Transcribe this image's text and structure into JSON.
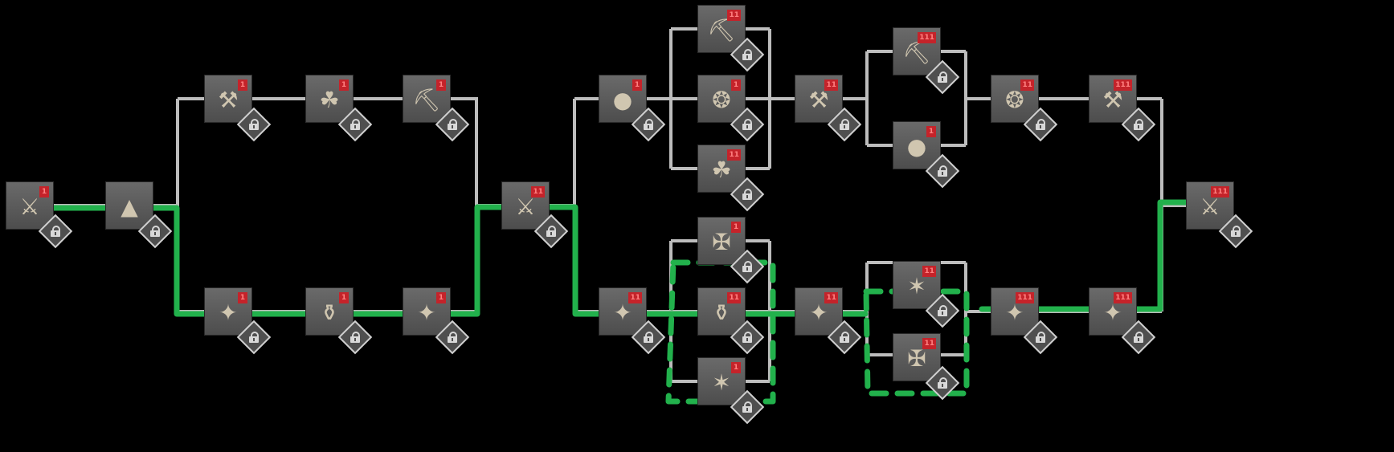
{
  "screen": {
    "title": "Skill / unlock tree",
    "background_color": "#000000",
    "connector_color": "#bdbdbd",
    "highlight_color": "#22b14c",
    "badge_color": "#c4232a",
    "tile_color": "#5c5c5c"
  },
  "nodes": [
    {
      "id": "n0",
      "item": "shotgun",
      "glyph": "⚔",
      "badge": "1",
      "locked": true
    },
    {
      "id": "n1",
      "item": "hat",
      "glyph": "▲",
      "badge": "",
      "locked": true
    },
    {
      "id": "n2",
      "item": "wheelbarrow",
      "glyph": "⚒",
      "badge": "1",
      "locked": true
    },
    {
      "id": "n3",
      "item": "backpack",
      "glyph": "☘",
      "badge": "1",
      "locked": true
    },
    {
      "id": "n4",
      "item": "ore-pickaxe",
      "glyph": "⛏",
      "badge": "1",
      "locked": true
    },
    {
      "id": "n5",
      "item": "ammo-pouch",
      "glyph": "✦",
      "badge": "1",
      "locked": true
    },
    {
      "id": "n6",
      "item": "jar",
      "glyph": "⚱",
      "badge": "1",
      "locked": true
    },
    {
      "id": "n7",
      "item": "ammo-pouch",
      "glyph": "✦",
      "badge": "1",
      "locked": true
    },
    {
      "id": "n8",
      "item": "shotgun",
      "glyph": "⚔",
      "badge": "11",
      "locked": true
    },
    {
      "id": "n9",
      "item": "bomb-pouch",
      "glyph": "●",
      "badge": "1",
      "locked": true
    },
    {
      "id": "n10",
      "item": "ore-pickaxe",
      "glyph": "⛏",
      "badge": "11",
      "locked": true
    },
    {
      "id": "n11",
      "item": "boots",
      "glyph": "❂",
      "badge": "1",
      "locked": true
    },
    {
      "id": "n12",
      "item": "backpack",
      "glyph": "☘",
      "badge": "11",
      "locked": true
    },
    {
      "id": "n13",
      "item": "wheelbarrow",
      "glyph": "⚒",
      "badge": "11",
      "locked": true
    },
    {
      "id": "n14",
      "item": "ore-pickaxe",
      "glyph": "⛏",
      "badge": "111",
      "locked": true
    },
    {
      "id": "n15",
      "item": "bomb-pouch",
      "glyph": "●",
      "badge": "1",
      "locked": true
    },
    {
      "id": "n16",
      "item": "boots",
      "glyph": "❂",
      "badge": "11",
      "locked": true
    },
    {
      "id": "n17",
      "item": "wheelbarrow",
      "glyph": "⚒",
      "badge": "111",
      "locked": true
    },
    {
      "id": "n18",
      "item": "ammo-pouch",
      "glyph": "✦",
      "badge": "11",
      "locked": true
    },
    {
      "id": "n19",
      "item": "gun-ammo",
      "glyph": "✠",
      "badge": "1",
      "locked": true
    },
    {
      "id": "n20",
      "item": "jar",
      "glyph": "⚱",
      "badge": "11",
      "locked": true
    },
    {
      "id": "n21",
      "item": "dynamite",
      "glyph": "✶",
      "badge": "1",
      "locked": true
    },
    {
      "id": "n22",
      "item": "ammo-pouch",
      "glyph": "✦",
      "badge": "11",
      "locked": true
    },
    {
      "id": "n23",
      "item": "dynamite",
      "glyph": "✶",
      "badge": "11",
      "locked": true
    },
    {
      "id": "n24",
      "item": "gun-ammo",
      "glyph": "✠",
      "badge": "11",
      "locked": true
    },
    {
      "id": "n25",
      "item": "ammo-pouch",
      "glyph": "✦",
      "badge": "111",
      "locked": true
    },
    {
      "id": "n26",
      "item": "ammo-pouch",
      "glyph": "✦",
      "badge": "111",
      "locked": true
    },
    {
      "id": "n27",
      "item": "shotgun",
      "glyph": "⚔",
      "badge": "111",
      "locked": true
    }
  ]
}
